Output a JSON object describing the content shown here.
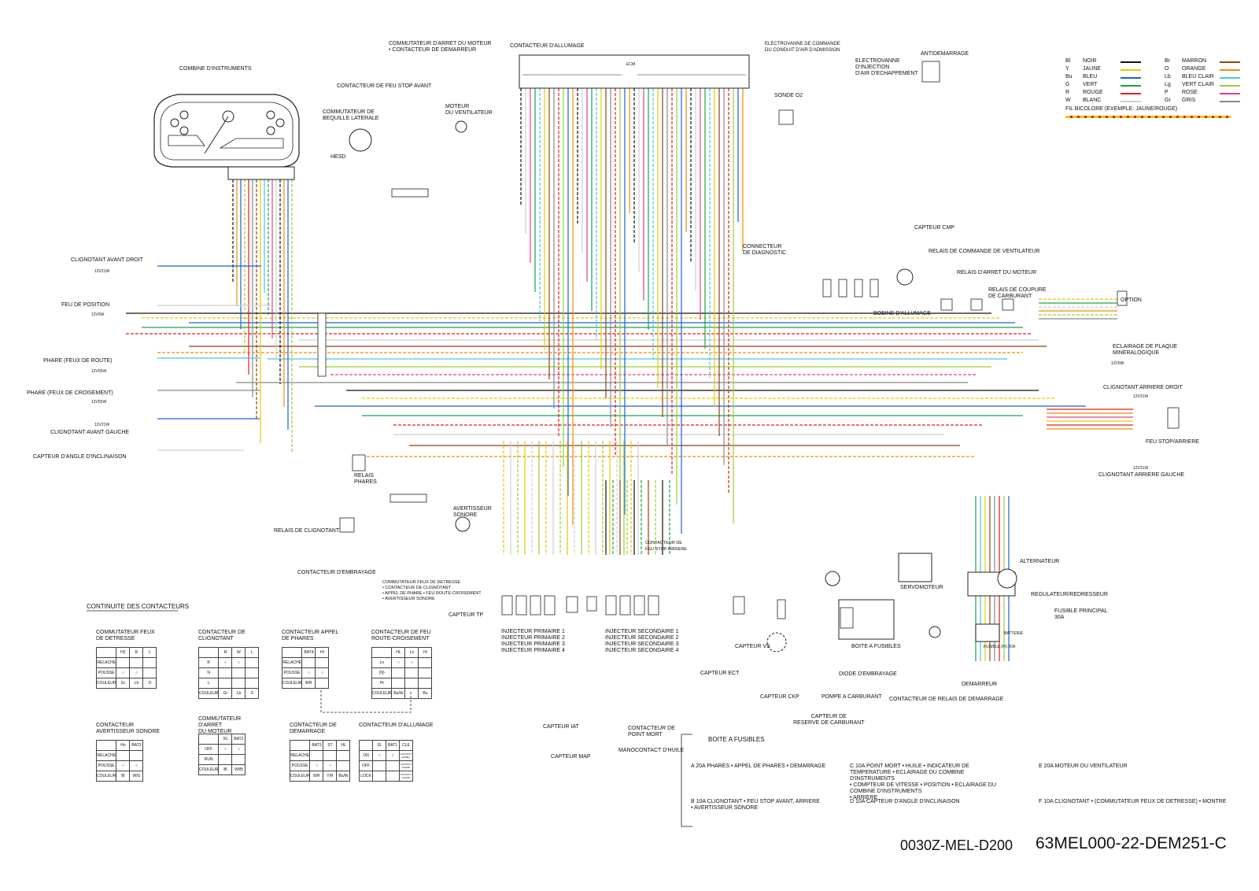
{
  "drawing": {
    "code_left": "0030Z-MEL-D200",
    "code_right": "63MEL000-22-DEM251-C"
  },
  "labels": {
    "combine": "COMBINE D'INSTRUMENTS",
    "commutateur_arret": "COMMUTATEUR D'ARRET DU MOTEUR\n• CONTACTEUR DE DEMARREUR",
    "contacteur_stop_avant": "CONTACTEUR DE FEU STOP AVANT",
    "contacteur_allumage": "CONTACTEUR D'ALLUMAGE",
    "electrovanne_commande": "ELECTROVANNE DE COMMANDE\nDU CONDUIT D'AIR D'ADMISSION",
    "electrovanne_injection": "ELECTROVANNE\nD'INJECTION\nD'AIR D'ECHAPPEMENT",
    "antidemarrage": "ANTIDEMARRAGE",
    "sonde_o2": "SONDE O2",
    "commutateur_bequille": "COMMUTATEUR DE\nBEQUILLE LATERALE",
    "moteur_ventilateur": "MOTEUR\nDU VENTILATEUR",
    "hesd": "HESD",
    "ecm": "ECM",
    "capteur_cmp": "CAPTEUR CMP",
    "connecteur_diag": "CONNECTEUR\nDE DIAGNOSTIC",
    "relais_ventilateur": "RELAIS DE COMMANDE DE VENTILATEUR",
    "relais_arret": "RELAIS D'ARRET DU MOTEUR",
    "relais_coupure": "RELAIS DE COUPURE\nDE CARBURANT",
    "option": "OPTION",
    "bobine": "BOBINE D'ALLUMAGE",
    "clignotant_avant_droit": "CLIGNOTANT AVANT DROIT",
    "feu_position": "FEU DE POSITION",
    "phare_route": "PHARE (FEUX DE ROUTE)",
    "phare_croisement": "PHARE (FEUX DE CROISEMENT)",
    "clignotant_avant_gauche": "CLIGNOTANT AVANT GAUCHE",
    "capteur_angle": "CAPTEUR D'ANGLE D'INCLINAISON",
    "eclairage_plaque": "ECLAIRAGE DE PLAQUE\nMINERALOGIQUE",
    "clignotant_arriere_droit": "CLIGNOTANT ARRIERE DROIT",
    "feu_stop_arriere": "FEU STOP/ARRIERE",
    "clignotant_arriere_gauche": "CLIGNOTANT ARRIERE GAUCHE",
    "relais_phares": "RELAIS\nPHARES",
    "avertisseur": "AVERTISSEUR\nSONORE",
    "relais_clignotant": "RELAIS DE CLIGNOTANT",
    "contacteur_embrayage": "CONTACTEUR D'EMBRAYAGE",
    "commutateur_feux_detresse": "COMMUTATEUR FEUX DE DETRESSE\n• CONTACTEUR DE CLIGNOTANT\n• APPEL DE PHARE • FEU ROUTE-CROISEMENT\n• AVERTISSEUR SONORE",
    "contacteur_feu_stop_arriere": "CONTACTEUR DE\nFEU STOP ARRIERE",
    "capteur_tp": "CAPTEUR TP",
    "injecteurs_primaires": "INJECTEUR PRIMAIRE 1\nINJECTEUR PRIMAIRE 2\nINJECTEUR PRIMAIRE 3\nINJECTEUR PRIMAIRE 4",
    "injecteurs_secondaires": "INJECTEUR SECONDAIRE 1\nINJECTEUR SECONDAIRE 2\nINJECTEUR SECONDAIRE 3\nINJECTEUR SECONDAIRE 4",
    "capteur_vs": "CAPTEUR VS",
    "capteur_ect": "CAPTEUR ECT",
    "capteur_ckp": "CAPTEUR CKP",
    "capteur_iat": "CAPTEUR IAT",
    "capteur_map": "CAPTEUR MAP",
    "contacteur_point_mort": "CONTACTEUR DE\nPOINT MORT",
    "manocontact": "MANOCONTACT D'HUILE",
    "pompe_carburant": "POMPE A CARBURANT",
    "capteur_reserve": "CAPTEUR DE\nRESERVE DE CARBURANT",
    "diode_embrayage": "DIODE D'EMBRAYAGE",
    "boite_fusibles": "BOITE A FUSIBLES",
    "servomoteur": "SERVOMOTEUR",
    "alternateur": "ALTERNATEUR",
    "regulateur": "REGULATEUR/REDRESSEUR",
    "fusible_principal": "FUSIBLE PRINCIPAL\n30A",
    "demarreur": "DEMARREUR",
    "contacteur_relais_demarrage": "CONTACTEUR DE RELAIS DE DEMARRAGE",
    "batterie": "BATTERIE",
    "fusible_fi": "FUSIBLE (FI)  20A",
    "continuite": "CONTINUITE DES CONTACTEURS",
    "w12v21": "12V21W",
    "w12v5": "12V5W",
    "w12v55": "12V55W"
  },
  "legend": {
    "title": "FIL BICOLORE (EXEMPLE: JAUNE/ROUGE)",
    "items": [
      {
        "code": "Bl",
        "name": "NOIR",
        "color": "#111111"
      },
      {
        "code": "Y",
        "name": "JAUNE",
        "color": "#e6c800"
      },
      {
        "code": "Bu",
        "name": "BLEU",
        "color": "#1f5fd6"
      },
      {
        "code": "G",
        "name": "VERT",
        "color": "#16a34a"
      },
      {
        "code": "R",
        "name": "ROUGE",
        "color": "#e11d1d"
      },
      {
        "code": "W",
        "name": "BLANC",
        "color": "#cfcfcf"
      },
      {
        "code": "Br",
        "name": "MARRON",
        "color": "#8b4513"
      },
      {
        "code": "O",
        "name": "ORANGE",
        "color": "#f28c00"
      },
      {
        "code": "Lb",
        "name": "BLEU CLAIR",
        "color": "#43c6e8"
      },
      {
        "code": "Lg",
        "name": "VERT CLAIR",
        "color": "#9acd32"
      },
      {
        "code": "P",
        "name": "ROSE",
        "color": "#e83e8c"
      },
      {
        "code": "Gr",
        "name": "GRIS",
        "color": "#888888"
      }
    ]
  },
  "fuses": {
    "title": "BOITE A FUSIBLES",
    "a": "A  20A    PHARES • APPEL DE PHARES • DEMARRAGE",
    "b": "B  10A    CLIGNOTANT • FEU STOP AVANT, ARRIERE\n             • AVERTISSEUR SONORE",
    "c": "C  10A  POINT MORT • HUILE • INDICATEUR DE TEMPERATURE • ECLAIRAGE DU COMBINE D'INSTRUMENTS\n             • COMPTEUR DE VITESSE • POSITION • ECLAIRAGE DU COMBINE D'INSTRUMENTS\n             • ARRIERE",
    "d": "D  10A    CAPTEUR D'ANGLE D'INCLINAISON",
    "e": "E  20A    MOTEUR DU VENTILATEUR",
    "f": "F  10A    CLIGNOTANT • (COMMUTATEUR FEUX DE DETRESSE) • MONTRE"
  },
  "switch_tables": [
    {
      "title": "COMMUTATEUR FEUX\nDE DETRESSE",
      "header": [
        "",
        "HZ",
        "R",
        "L"
      ],
      "rows": [
        "RELACHE",
        "POUSSE",
        "COULEUR"
      ],
      "colors": [
        "Gr",
        "Lb",
        "O"
      ]
    },
    {
      "title": "CONTACTEUR DE\nCLIGNOTANT",
      "header": [
        "",
        "R",
        "W",
        "L"
      ],
      "rows": [
        "R",
        "N",
        "L",
        "COULEUR"
      ],
      "colors": [
        "Gr",
        "Lb",
        "O"
      ]
    },
    {
      "title": "CONTACTEUR APPEL\nDE PHARES",
      "header": [
        "",
        "BAT4",
        "HI"
      ],
      "rows": [
        "RELACHE",
        "POUSSE",
        "COULEUR"
      ],
      "colors": [
        "B/R",
        ""
      ]
    },
    {
      "title": "CONTACTEUR DE FEU\nROUTE-CROISEMENT",
      "header": [
        "",
        "HL",
        "Lo",
        "Hi"
      ],
      "rows": [
        "Lo",
        "(N)",
        "Hi",
        "COULEUR"
      ],
      "colors": [
        "Bu/W",
        "",
        "Bu"
      ]
    },
    {
      "title": "CONTACTEUR\nAVERTISSEUR SONORE",
      "header": [
        "",
        "Ho",
        "BAT3"
      ],
      "rows": [
        "RELACHE",
        "POUSSE",
        "COULEUR"
      ],
      "colors": [
        "Bl",
        "W/G"
      ]
    },
    {
      "title": "COMMUTATEUR\nD'ARRET\nDU MOTEUR",
      "header": [
        "",
        "IG",
        "BAT2"
      ],
      "rows": [
        "OFF",
        "RUN",
        "COULEUR"
      ],
      "colors": [
        "Bl",
        "W/Bl"
      ]
    },
    {
      "title": "CONTACTEUR DE\nDEMARRAGE",
      "header": [
        "",
        "BAT3",
        "ST",
        "HL"
      ],
      "rows": [
        "RELACHE",
        "POUSSE",
        "COULEUR"
      ],
      "colors": [
        "B/R",
        "Y/R",
        "Bu/W"
      ]
    },
    {
      "title": "CONTACTEUR D'ALLUMAGE",
      "header": [
        "",
        "IG",
        "BAT1",
        "CLE"
      ],
      "rows": [
        "ON",
        "OFF",
        "LOCK"
      ],
      "colors": [
        "CONTACT ETABLI",
        "CONTACT COUPE",
        "CONTACT COUPE"
      ]
    }
  ]
}
